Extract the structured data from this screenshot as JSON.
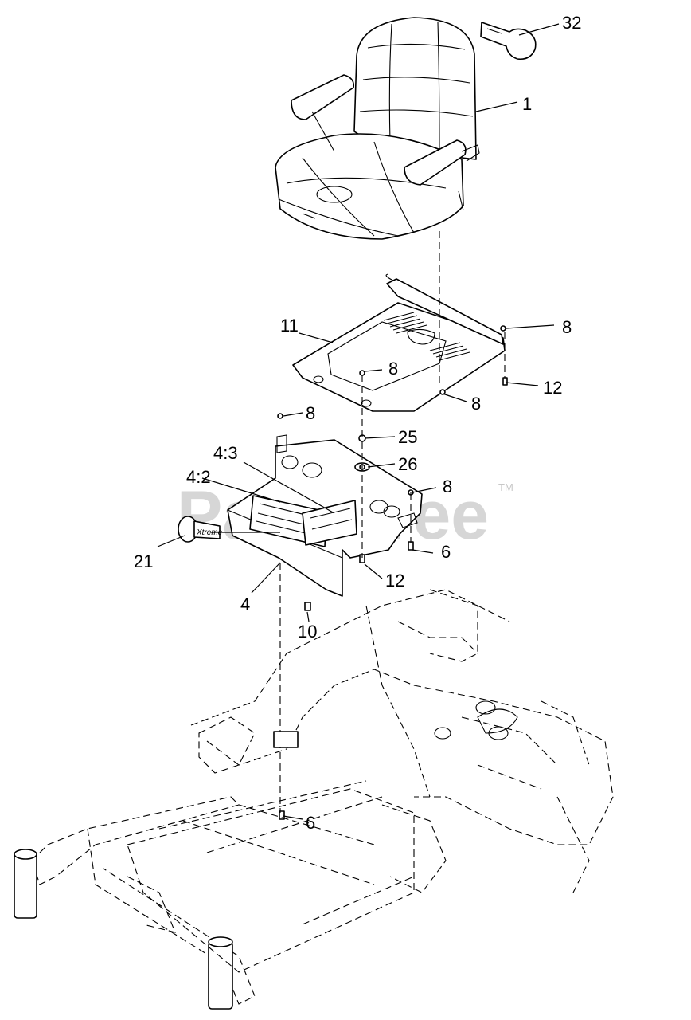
{
  "watermark": {
    "text": "PartsTree",
    "tm": "TM"
  },
  "callouts": {
    "c32": "32",
    "c1": "1",
    "c11": "11",
    "c8a": "8",
    "c8b": "8",
    "c12a": "12",
    "c8c": "8",
    "c8d": "8",
    "c25": "25",
    "c26": "26",
    "c43": "4:3",
    "c42": "4:2",
    "c8e": "8",
    "c21": "21",
    "c6a": "6",
    "c12b": "12",
    "c4": "4",
    "c10": "10",
    "c6b": "6"
  },
  "badge_text": "Xtreme"
}
